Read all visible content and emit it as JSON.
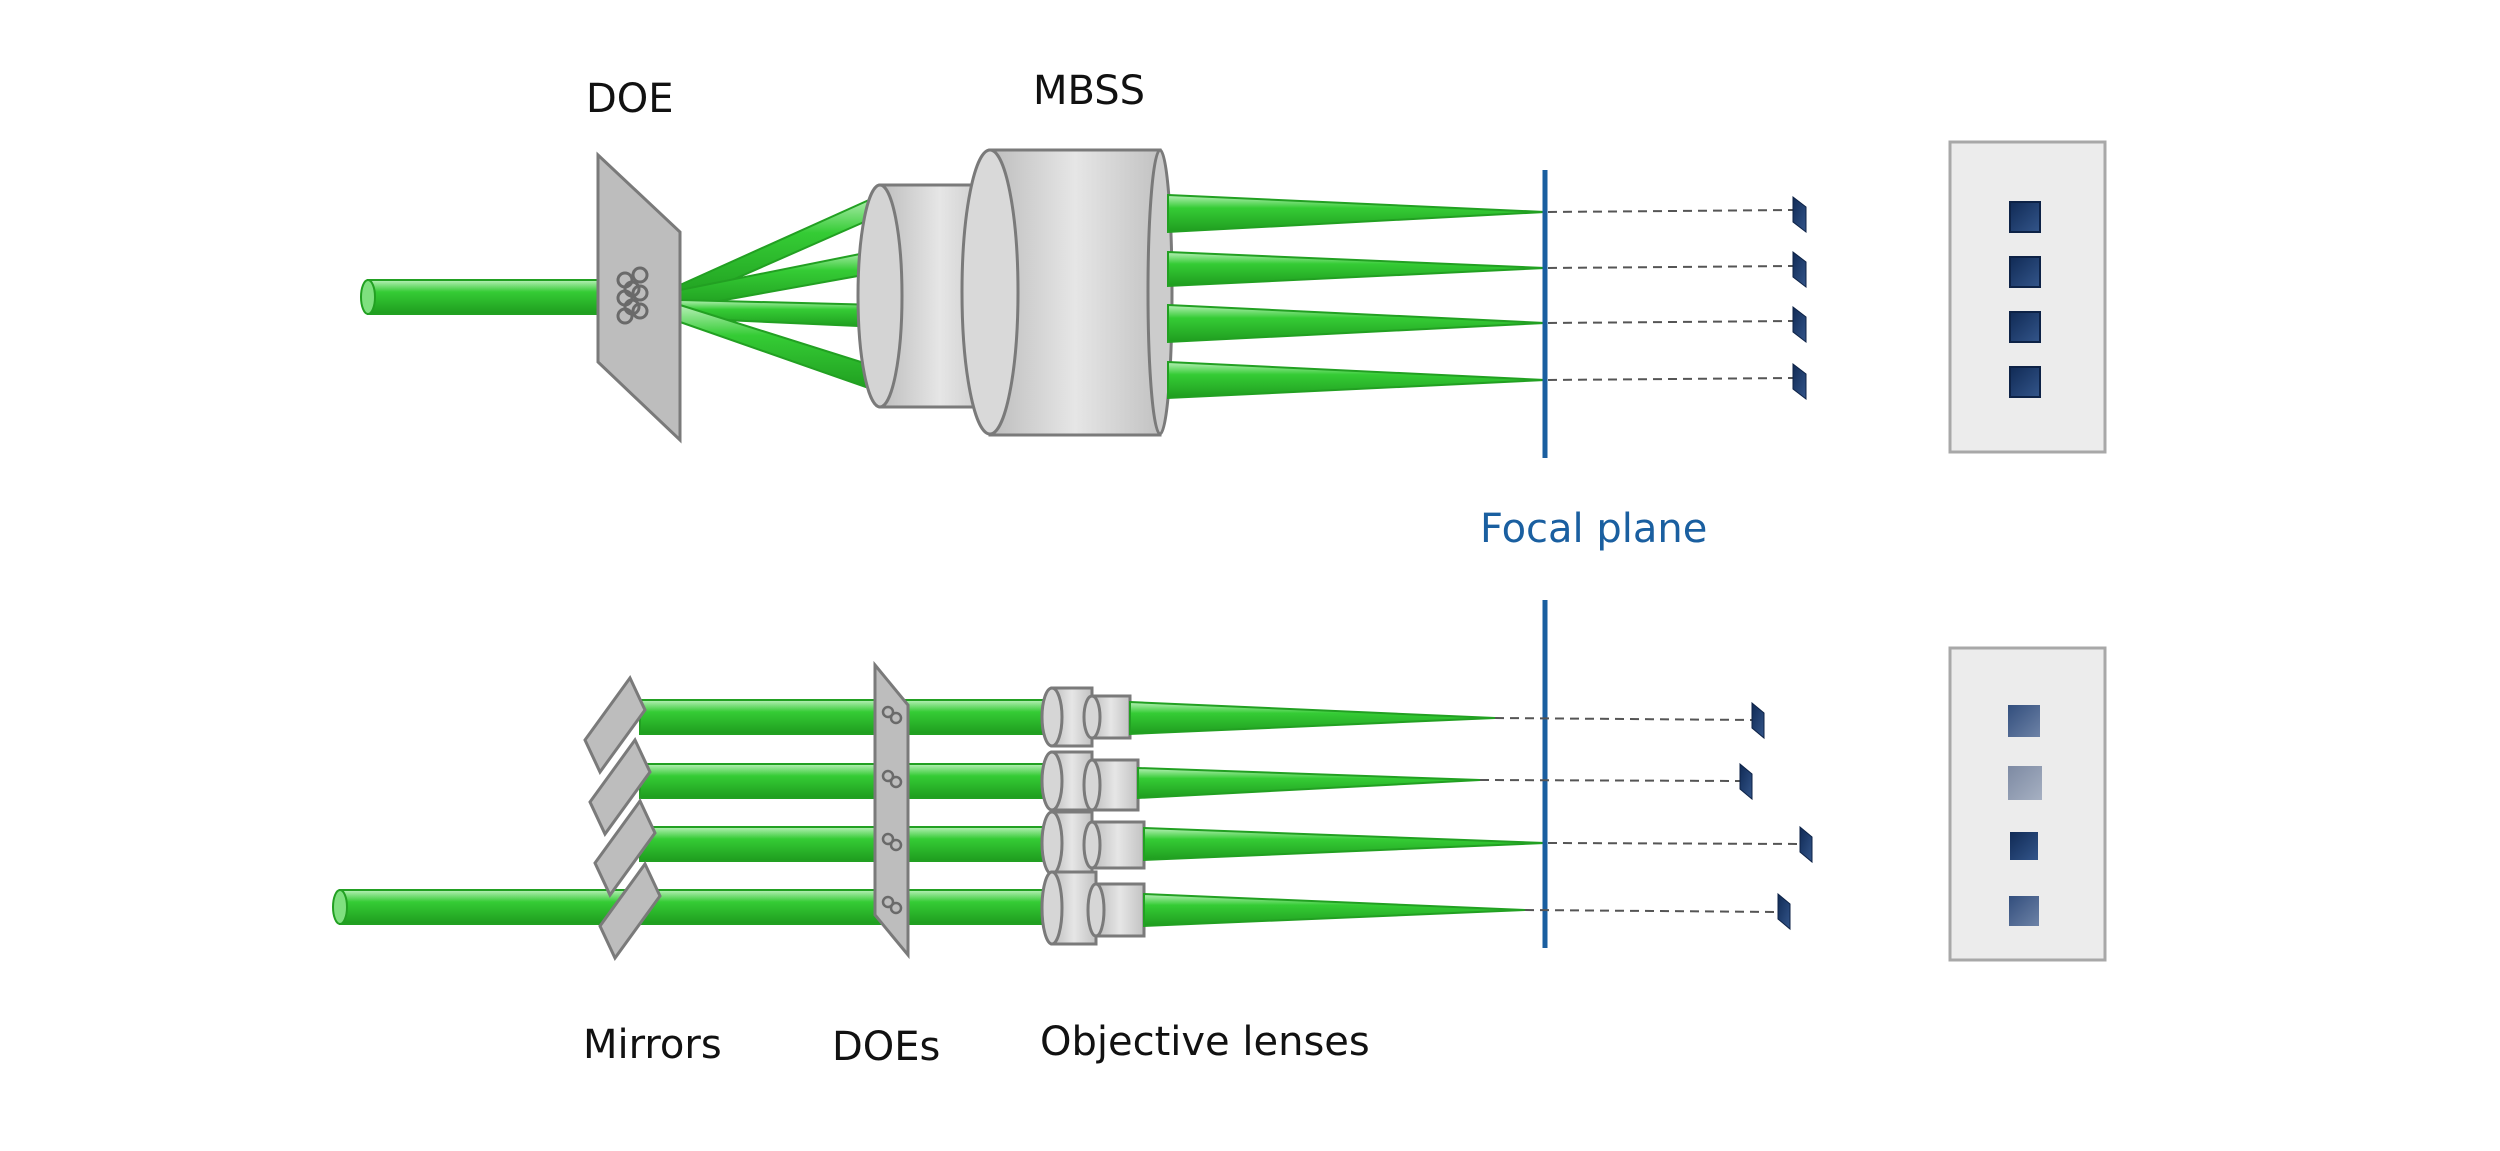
{
  "labels": {
    "doe": "DOE",
    "mbss": "MBSS",
    "focal_plane": "Focal plane",
    "mirrors": "Mirrors",
    "does": "DOEs",
    "objective_lenses": "Objective lenses"
  },
  "colors": {
    "beam_green": "#3fcf3f",
    "beam_edge": "#22a022",
    "optic_gray": "#c8c8c8",
    "optic_edge": "#7a7a7a",
    "focal_plane": "#1a5fa0",
    "spot_navy": "#1f3a66",
    "panel_fill": "#ececec",
    "panel_edge": "#a8a8a8"
  },
  "top_setup": {
    "beam_count": 4,
    "spot_count": 4
  },
  "bottom_setup": {
    "beam_count": 4,
    "spot_count": 4,
    "spot_shades": [
      "dark",
      "light",
      "dark",
      "medium"
    ]
  }
}
